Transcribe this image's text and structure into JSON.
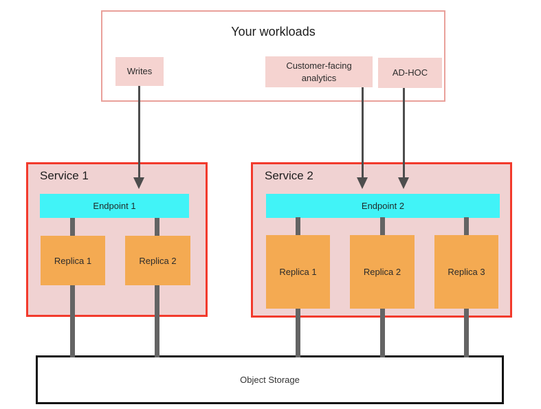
{
  "workloads": {
    "title": "Your workloads",
    "items": [
      {
        "label": "Writes"
      },
      {
        "label": "Customer-facing analytics"
      },
      {
        "label": "AD-HOC"
      }
    ]
  },
  "services": [
    {
      "name": "Service 1",
      "endpoint": "Endpoint 1",
      "replicas": [
        "Replica 1",
        "Replica 2"
      ]
    },
    {
      "name": "Service 2",
      "endpoint": "Endpoint 2",
      "replicas": [
        "Replica 1",
        "Replica 2",
        "Replica 3"
      ]
    }
  ],
  "storage": {
    "label": "Object Storage"
  },
  "colors": {
    "workloads_border": "#e9a09a",
    "workload_item_bg": "#f5d3d0",
    "service_border": "#f23a2c",
    "service_bg": "#f0d2d2",
    "endpoint_bg": "#41f3f7",
    "replica_bg": "#f4aa52",
    "connector_gray": "#646464",
    "arrow_gray": "#4d4d4d",
    "storage_border": "#121212"
  }
}
